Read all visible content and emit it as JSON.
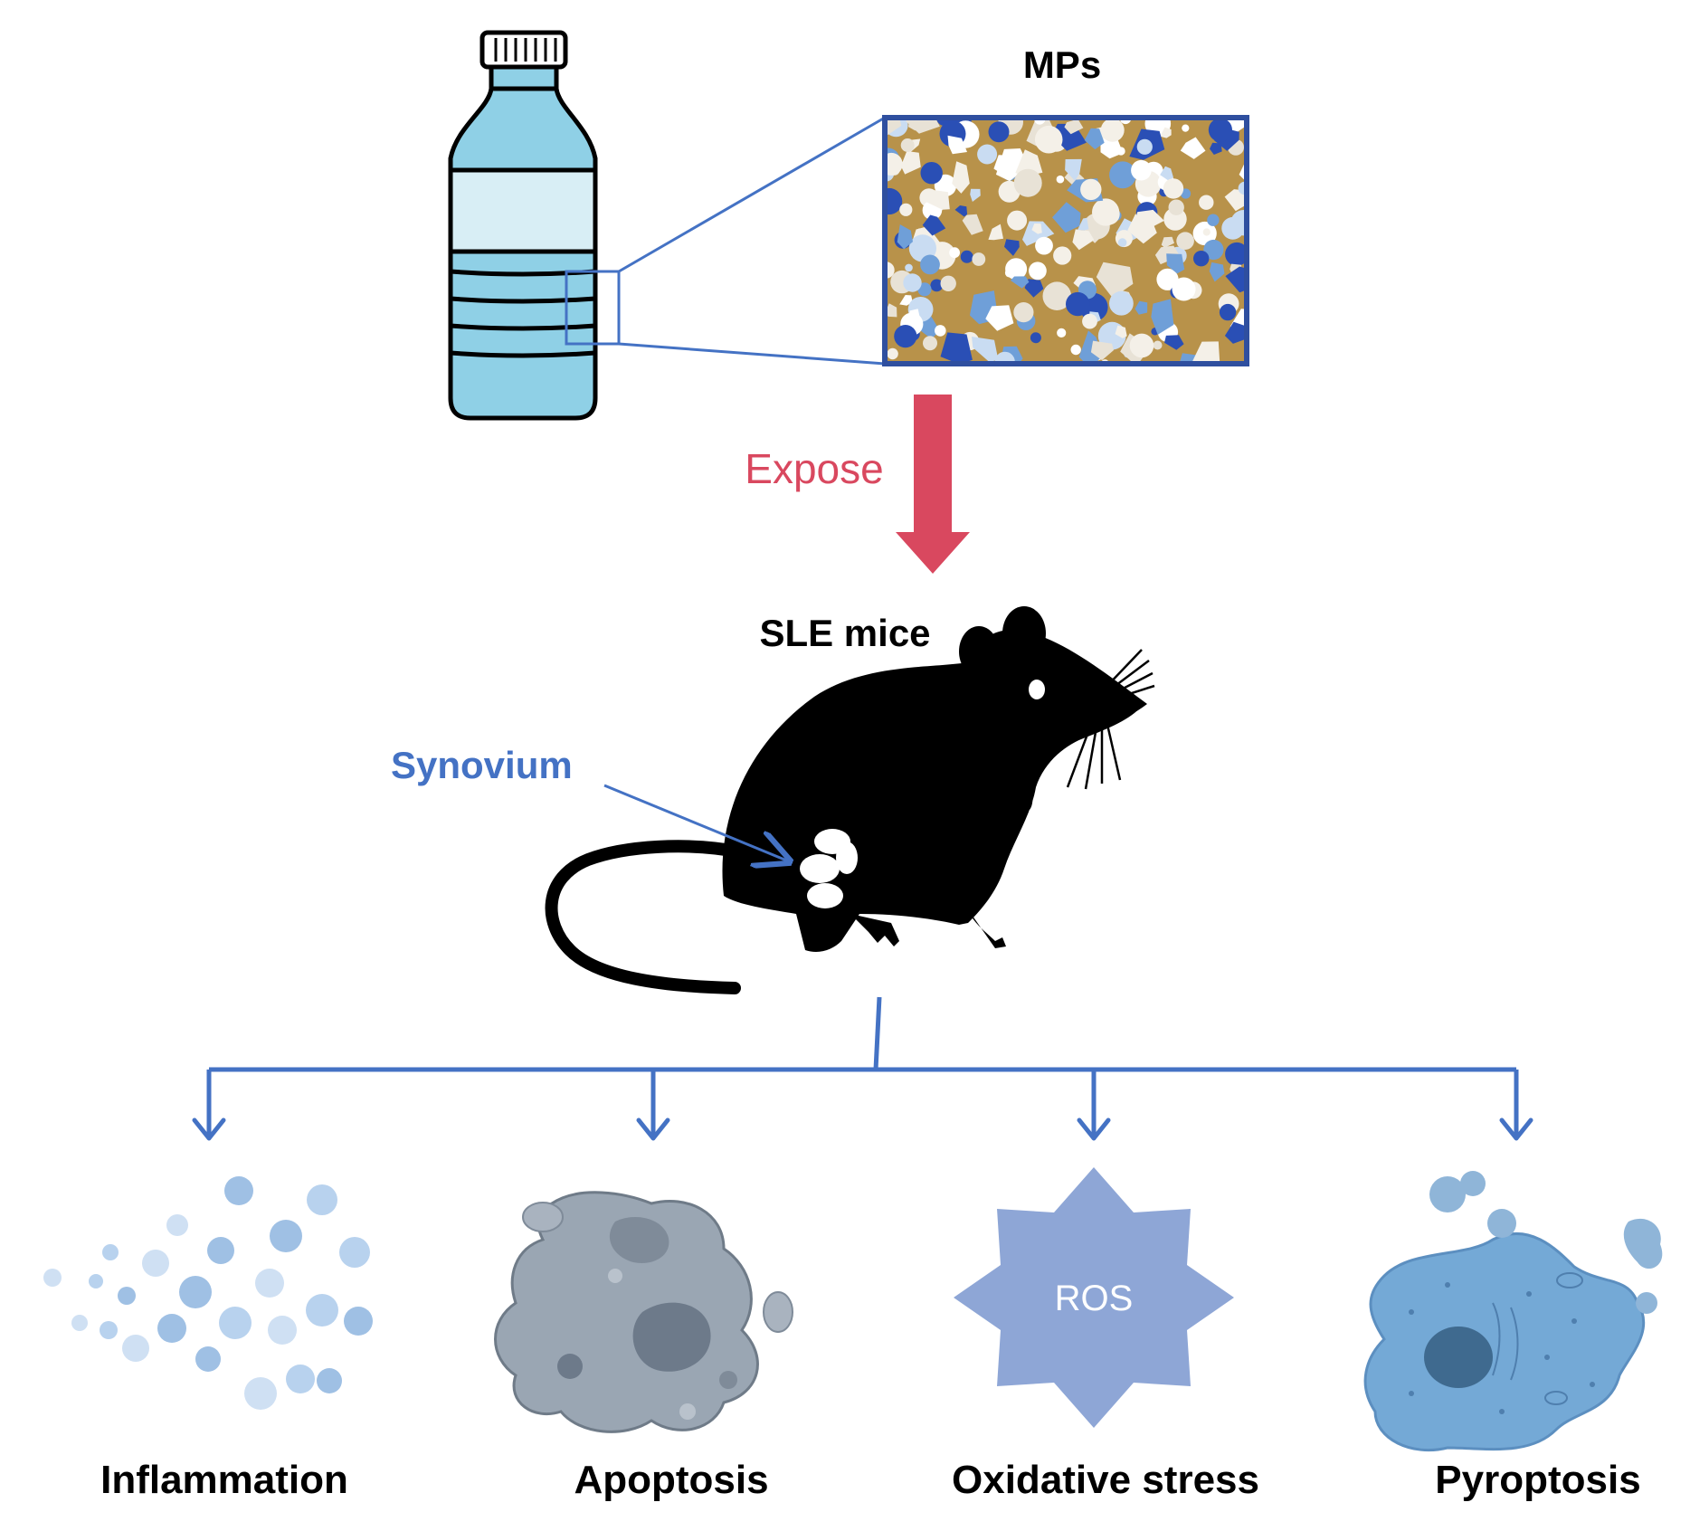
{
  "labels": {
    "mps": "MPs",
    "expose": "Expose",
    "sle_mice": "SLE mice",
    "synovium": "Synovium",
    "ros": "ROS"
  },
  "outcomes": [
    {
      "label": "Inflammation",
      "icon": "droplets-icon"
    },
    {
      "label": "Apoptosis",
      "icon": "apoptotic-cell-icon"
    },
    {
      "label": "Oxidative stress",
      "icon": "ros-star-icon"
    },
    {
      "label": "Pyroptosis",
      "icon": "pyroptotic-cell-icon"
    }
  ],
  "colors": {
    "arrow_blue": "#4472c4",
    "expose_red": "#d9485f",
    "bottle_water": "#8fd0e6",
    "bottle_label": "#d8eef5",
    "mps_box_border": "#2f4f9f",
    "mps_tan": "#b8924a",
    "mps_blue": "#2a4fb5",
    "ros_fill": "#8ea6d6",
    "apoptosis_gray": "#8e9aa8",
    "pyroptosis_blue": "#74a9d6",
    "droplet_blue": "#a8c8e8",
    "mouse": "#000000"
  }
}
